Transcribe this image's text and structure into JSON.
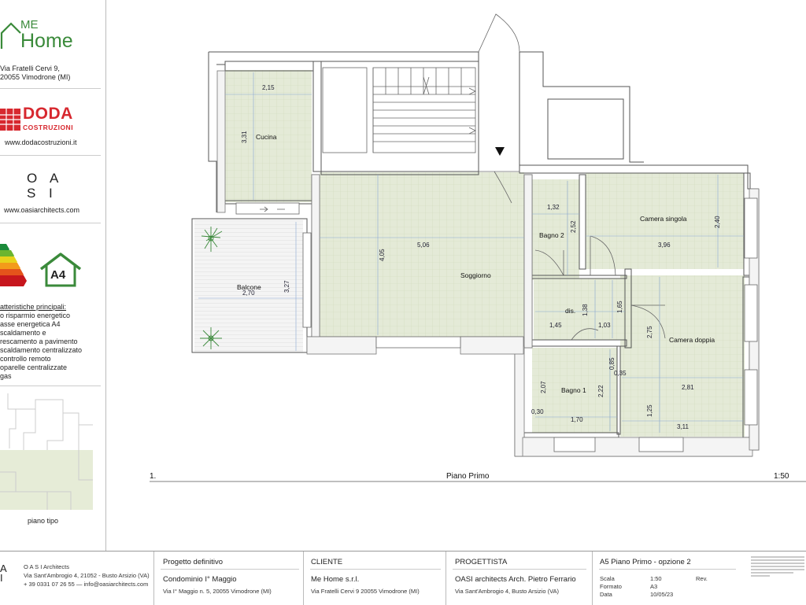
{
  "company": {
    "logo_me": "ME",
    "logo_home": "Home",
    "address_line1": "Via Fratelli Cervi 9,",
    "address_line2": "20055 Vimodrone (MI)"
  },
  "doda": {
    "name": "DODA",
    "sub": "COSTRUZIONI",
    "url": "www.dodacostruzioni.it"
  },
  "oasi": {
    "line1": "O A",
    "line2": "S I",
    "url": "www.oasiarchitects.com"
  },
  "energy": {
    "class_label": "A4",
    "title": "atteristiche principali:",
    "features": [
      "o risparmio energetico",
      "asse energetica A4",
      "scaldamento e",
      "rescamento a pavimento",
      "scaldamento centralizzato",
      "controllo remoto",
      "oparelle centralizzate",
      "gas"
    ]
  },
  "key_plan_label": "piano tipo",
  "plan": {
    "rooms": {
      "cucina": "Cucina",
      "balcone": "Balcone",
      "soggiorno": "Soggiorno",
      "bagno2": "Bagno 2",
      "camera_singola": "Camera singola",
      "dis": "dis.",
      "camera_doppia": "Camera doppia",
      "bagno1": "Bagno 1"
    },
    "dims": {
      "cucina_w": "2,15",
      "cucina_h": "3,31",
      "balcone_w": "2,70",
      "balcone_h": "3,27",
      "soggiorno_h": "4,05",
      "soggiorno_w": "5,06",
      "bagno2_w": "1,32",
      "bagno2_h": "2,52",
      "camera_singola_h": "2,40",
      "camera_singola_w": "3,96",
      "dis_h1": "1,38",
      "dis_h2": "1,65",
      "dis_w1": "1,45",
      "dis_w2": "1,03",
      "camera_doppia_h": "2,75",
      "camera_doppia_w": "2,81",
      "camera_doppia_h2": "1,25",
      "camera_doppia_w2": "3,11",
      "bagno1_a": "0,85",
      "bagno1_b": "0,35",
      "bagno1_h": "2,07",
      "bagno1_h2": "2,22",
      "bagno1_c": "0,30",
      "bagno1_w": "1,70"
    },
    "caption_num": "1.",
    "caption_title": "Piano Primo",
    "caption_scale": "1:50"
  },
  "title_block": {
    "oasi_name": "O A S I  Architects",
    "oasi_addr": "Via Sant'Ambrogio 4, 21052 - Busto Arsizio (VA)",
    "oasi_contact": "+ 39 0331 07 26 55 — info@oasiarchitects.com",
    "proj_label": "Progetto definitivo",
    "proj_name": "Condominio I° Maggio",
    "proj_addr": "Via I° Maggio n. 5, 20055 Vimodrone (MI)",
    "client_label": "CLIENTE",
    "client_name": "Me Home s.r.l.",
    "client_addr": "Via Fratelli Cervi 9 20055 Vimodrone (MI)",
    "designer_label": "PROGETTISTA",
    "designer_name": "OASI architects  Arch. Pietro Ferrario",
    "designer_addr": "Via Sant'Ambrogio 4, Busto Arsizio (VA)",
    "sheet_title": "A5 Piano Primo - opzione 2",
    "scala_label": "Scala",
    "scala_value": "1:50",
    "rev_label": "Rev.",
    "formato_label": "Formato",
    "formato_value": "A3",
    "data_label": "Data",
    "data_value": "10/05/23"
  },
  "colors": {
    "floor": "#e4ead7",
    "grid": "#cfd9bb",
    "doda_red": "#d7282f",
    "logo_green": "#3a8a3a"
  }
}
